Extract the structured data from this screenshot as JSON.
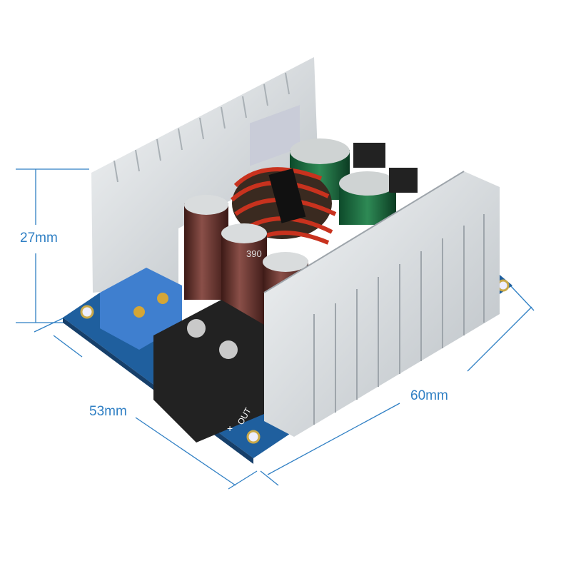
{
  "product": {
    "description_labels": {
      "height": "27mm",
      "width": "53mm",
      "length": "60mm"
    },
    "component_markings": {
      "capacitor": "390",
      "terminal_label": "OUT",
      "polarity": "+"
    }
  },
  "colors": {
    "dimension_line": "#2f7fc4",
    "pcb": "#1f5f9e",
    "heatsink": "#d9dde0",
    "capacitor": "#5a2a25",
    "inductor_wire": "#c8321e",
    "terminal_block": "#222222",
    "potentiometer": "#3f7fcf"
  }
}
